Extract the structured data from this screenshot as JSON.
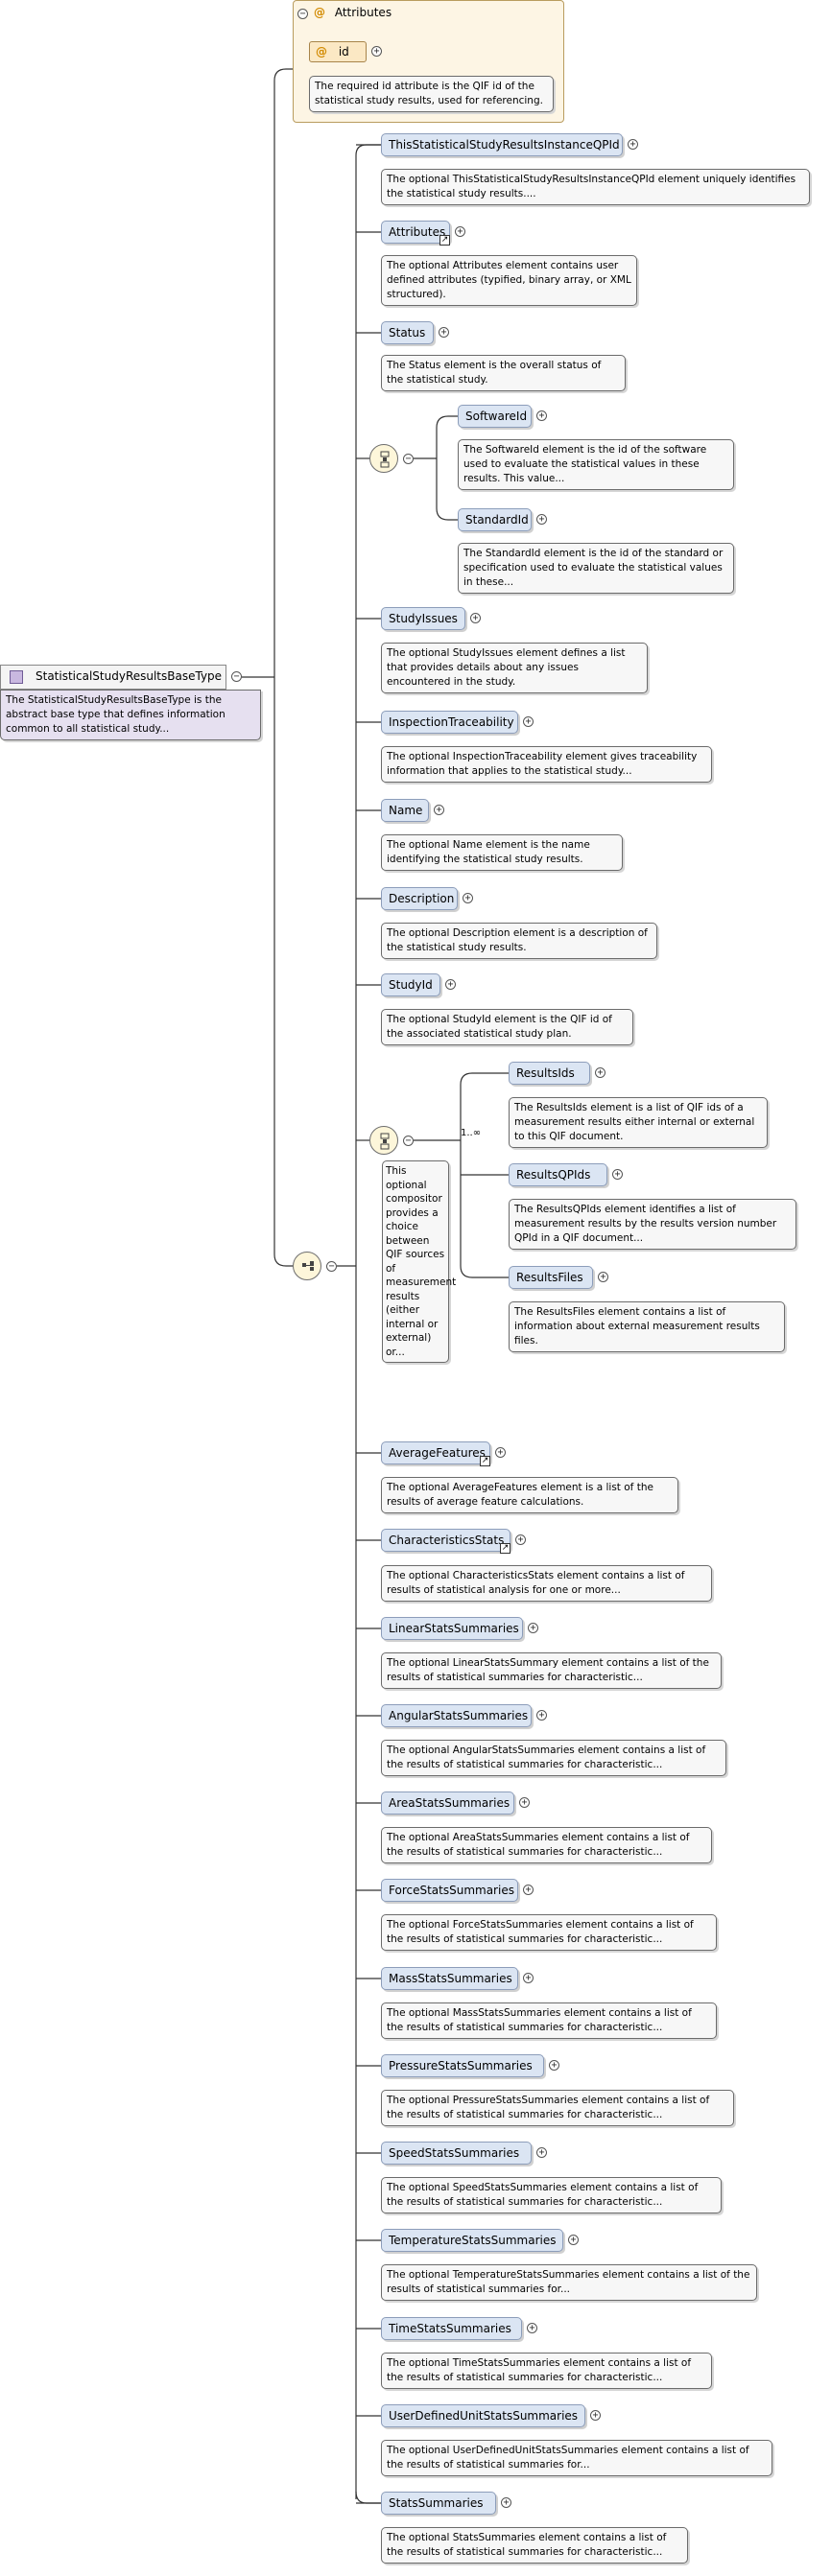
{
  "root": {
    "name": "StatisticalStudyResultsBaseType",
    "doc": "The StatisticalStudyResultsBaseType is the abstract base type that defines information common to all statistical study..."
  },
  "attributes": {
    "title": "Attributes",
    "at_symbol": "@",
    "id_name": "id",
    "id_doc": "The required id attribute is the QIF id of the statistical study results, used for referencing."
  },
  "elements": [
    {
      "name": "ThisStatisticalStudyResultsInstanceQPId",
      "doc": "The optional ThisStatisticalStudyResultsInstanceQPId element uniquely identifies the statistical study results...."
    },
    {
      "name": "Attributes",
      "doc": "The optional Attributes element contains user defined attributes (typified, binary array, or XML structured)."
    },
    {
      "name": "Status",
      "doc": "The Status element is the overall status of the statistical study."
    },
    {
      "name": "SoftwareId",
      "doc": "The SoftwareId element is the id of the software used to evaluate the statistical values in these results. This value..."
    },
    {
      "name": "StandardId",
      "doc": "The StandardId element is the id of the standard or specification used to evaluate the statistical values in these..."
    },
    {
      "name": "StudyIssues",
      "doc": "The optional StudyIssues element defines a list that provides details about any issues encountered in the study."
    },
    {
      "name": "InspectionTraceability",
      "doc": "The optional InspectionTraceability element gives traceability information that applies to the statistical study..."
    },
    {
      "name": "Name",
      "doc": "The optional Name element is the name identifying the statistical study results."
    },
    {
      "name": "Description",
      "doc": "The optional Description element is a description of the statistical study results."
    },
    {
      "name": "StudyId",
      "doc": "The optional StudyId element is the QIF id of the associated statistical study plan."
    },
    {
      "name": "ResultsIds",
      "doc": "The ResultsIds element is a list of QIF ids of a measurement results either internal or external to this QIF document."
    },
    {
      "name": "ResultsQPIds",
      "doc": "The ResultsQPIds element identifies a list of measurement results by the results version number QPId in a QIF document..."
    },
    {
      "name": "ResultsFiles",
      "doc": "The ResultsFiles element contains a list of information about external measurement results files."
    },
    {
      "name": "AverageFeatures",
      "doc": "The optional AverageFeatures element is a list of the results of average feature calculations."
    },
    {
      "name": "CharacteristicsStats",
      "doc": "The optional CharacteristicsStats element contains a list of results of statistical analysis for one or more..."
    },
    {
      "name": "LinearStatsSummaries",
      "doc": "The optional LinearStatsSummary element contains a list of the results of statistical summaries for characteristic..."
    },
    {
      "name": "AngularStatsSummaries",
      "doc": "The optional AngularStatsSummaries element contains a list of the results of statistical summaries for characteristic..."
    },
    {
      "name": "AreaStatsSummaries",
      "doc": "The optional AreaStatsSummaries element contains a list of the results of statistical summaries for characteristic..."
    },
    {
      "name": "ForceStatsSummaries",
      "doc": "The optional ForceStatsSummaries element contains a list of the results of statistical summaries for characteristic..."
    },
    {
      "name": "MassStatsSummaries",
      "doc": "The optional MassStatsSummaries element contains a list of the results of statistical summaries for characteristic..."
    },
    {
      "name": "PressureStatsSummaries",
      "doc": "The optional PressureStatsSummaries element contains a list of the results of statistical summaries for characteristic..."
    },
    {
      "name": "SpeedStatsSummaries",
      "doc": "The optional SpeedStatsSummaries element contains a list of the results of statistical summaries for characteristic..."
    },
    {
      "name": "TemperatureStatsSummaries",
      "doc": "The optional TemperatureStatsSummaries element contains a list of the results of statistical summaries for..."
    },
    {
      "name": "TimeStatsSummaries",
      "doc": "The optional TimeStatsSummaries element contains a list of the results of statistical summaries for characteristic..."
    },
    {
      "name": "UserDefinedUnitStatsSummaries",
      "doc": "The optional UserDefinedUnitStatsSummaries element contains a list of the results of statistical summaries for..."
    },
    {
      "name": "StatsSummaries",
      "doc": "The optional StatsSummaries element contains a list of the results of statistical summaries for characteristic..."
    }
  ],
  "choice": {
    "cardinality": "1..∞",
    "doc": "This optional compositor provides a choice between QIF sources of measurement results (either internal or external) or..."
  },
  "symbols": {
    "collapse": "−",
    "expand": "+",
    "link": "↗"
  },
  "colors": {
    "element_fill": "#dbe5f3",
    "element_border": "#8c9dba",
    "root_doc_fill": "#e6e0f0",
    "attribute_fill": "#fdf5e4",
    "compositor_fill": "#fdf6da"
  }
}
